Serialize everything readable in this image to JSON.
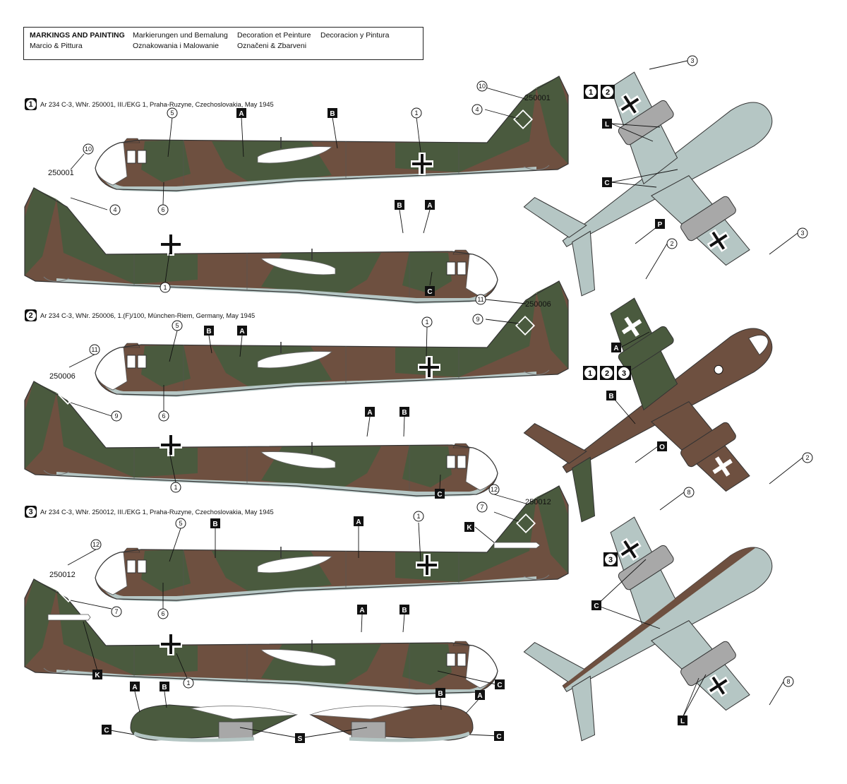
{
  "header": {
    "row1": [
      "MARKINGS AND PAINTING",
      "Markierungen und Bemalung",
      "Decoration et Peinture",
      "Decoracion y Pintura"
    ],
    "row2": [
      "Marcio & Pittura",
      "Oznakowania i Malowanie",
      "Označeni & Zbarveni"
    ]
  },
  "schemes": [
    {
      "number": "1",
      "caption": "Ar 234 C-3, WNr. 250001, III./EKG 1, Praha-Ruzyne, Czechoslovakia, May 1945",
      "code": "250001"
    },
    {
      "number": "2",
      "caption": "Ar 234 C-3, WNr. 250006, 1.(F)/100, München-Riem, Germany, May 1945",
      "code": "250006"
    },
    {
      "number": "3",
      "caption": "Ar 234 C-3, WNr. 250012, III./EKG 1, Praha-Ruzyne, Czechoslovakia, May 1945",
      "code": "250012"
    }
  ],
  "plan_view_numbers": {
    "upper_underside": [
      "1",
      "2"
    ],
    "topside": [
      "1",
      "2",
      "3"
    ],
    "lower_underside": [
      "3"
    ]
  },
  "letters": {
    "A": "A",
    "B": "B",
    "C": "C",
    "K": "K",
    "L": "L",
    "O": "O",
    "P": "P",
    "S": "S"
  },
  "callouts": {
    "n1": "1",
    "n2": "2",
    "n3": "3",
    "n4": "4",
    "n5": "5",
    "n6": "6",
    "n7": "7",
    "n8": "8",
    "n9": "9",
    "n10": "10",
    "n11": "11",
    "n12": "12"
  },
  "colors": {
    "brown": "#6e5040",
    "green": "#4a5a3e",
    "underside": "#b5c6c4",
    "nacelle_grey": "#a8a8a8",
    "white": "#ffffff",
    "black": "#111111"
  }
}
